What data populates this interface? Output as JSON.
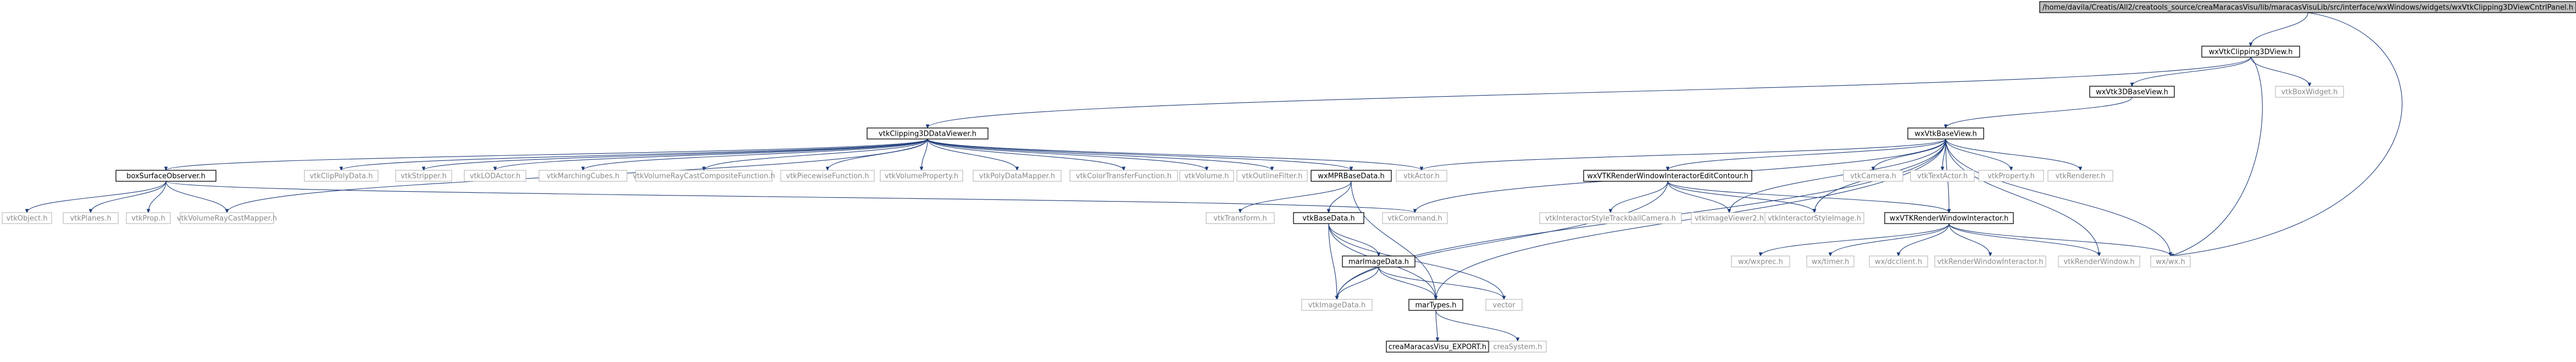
{
  "graph": {
    "nodes": {
      "root": "/home/davila/Creatis/All2/creatools_source/creaMaracasVisu/lib/maracasVisuLib/src/interface/wxWindows/widgets/wxVtkClipping3DViewCntrlPanel.h",
      "clip3dview": "wxVtkClipping3DView.h",
      "vtk3dbaseview": "wxVtk3DBaseView.h",
      "boxwidget": "vtkBoxWidget.h",
      "clip3ddataviewer": "vtkClipping3DDataViewer.h",
      "vtkbaseview": "wxVtkBaseView.h",
      "boxsurface": "boxSurfaceObserver.h",
      "clippolydata": "vtkClipPolyData.h",
      "stripper": "vtkStripper.h",
      "lodactor": "vtkLODActor.h",
      "marchingcubes": "vtkMarchingCubes.h",
      "raycastcomposite": "vtkVolumeRayCastCompositeFunction.h",
      "piecewise": "vtkPiecewiseFunction.h",
      "volumeproperty": "vtkVolumeProperty.h",
      "polydatamapper": "vtkPolyDataMapper.h",
      "colortransfer": "vtkColorTransferFunction.h",
      "volume": "vtkVolume.h",
      "outlinefilter": "vtkOutlineFilter.h",
      "mprbasedata": "wxMPRBaseData.h",
      "actor": "vtkActor.h",
      "rwiedit": "wxVTKRenderWindowInteractorEditContour.h",
      "camera": "vtkCamera.h",
      "textactor": "vtkTextActor.h",
      "property": "vtkProperty.h",
      "renderer": "vtkRenderer.h",
      "object": "vtkObject.h",
      "planes": "vtkPlanes.h",
      "prop": "vtkProp.h",
      "raycastmapper": "vtkVolumeRayCastMapper.h",
      "transform": "vtkTransform.h",
      "basedata": "vtkBaseData.h",
      "command": "vtkCommand.h",
      "trackballcam": "vtkInteractorStyleTrackballCamera.h",
      "imageviewer2": "vtkImageViewer2.h",
      "stylemage": "vtkInteractorStyleImage.h",
      "wxrwi": "wxVTKRenderWindowInteractor.h",
      "marimagedata": "marImageData.h",
      "imagedata": "vtkImageData.h",
      "martypes": "marTypes.h",
      "vector": "vector",
      "exporth": "creaMaracasVisu_EXPORT.h",
      "creasystem": "creaSystem.h",
      "wxexprec": "wx/wxprec.h",
      "wxtimer": "wx/timer.h",
      "wxdcclient": "wx/dcclient.h",
      "rwinteractor": "vtkRenderWindowInteractor.h",
      "renderwindow": "vtkRenderWindow.h",
      "wxwx": "wx/wx.h"
    }
  },
  "colors": {
    "edge": "#1f3d7a",
    "node_border": "#bfbfbf",
    "main_border": "#000000",
    "root_fill": "#bfbfbf",
    "dim_text": "#8a8a8a"
  }
}
